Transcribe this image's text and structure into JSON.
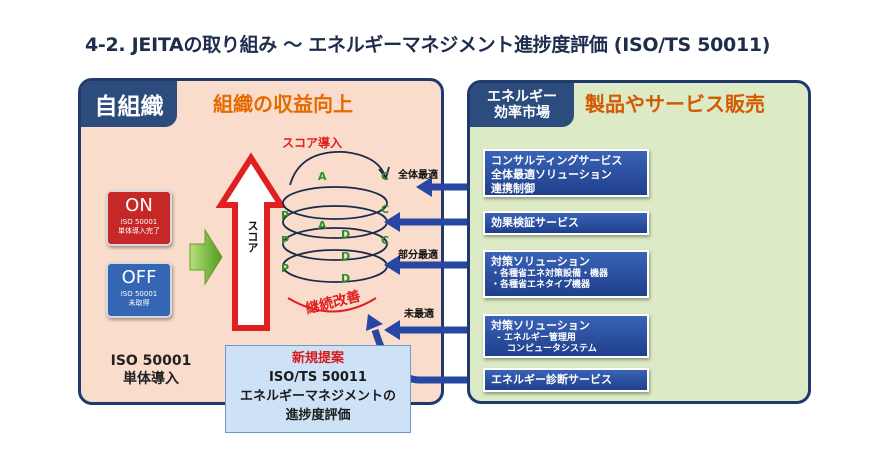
{
  "title": "4-2. JEITAの取り組み ～ エネルギーマネジメント進捗度評価 (ISO/TS 50011)",
  "left": {
    "tag": "自組織",
    "heading": "組織の収益向上",
    "on": {
      "label": "ON",
      "line1": "ISO 50001",
      "line2": "単体導入完了"
    },
    "off": {
      "label": "OFF",
      "line1": "ISO 50001",
      "line2": "未取得"
    },
    "iso_single": [
      "ISO 50001",
      "単体導入"
    ],
    "arrow_text": "スコア",
    "score_label": "スコア導入",
    "improve_label": "継続改善",
    "cycle_letters": [
      "A",
      "C",
      "P",
      "D",
      "A",
      "C",
      "P",
      "D",
      "P",
      "D",
      "C"
    ]
  },
  "proposal": {
    "line1": "新規提案",
    "line2": "ISO/TS 50011",
    "line3": "エネルギーマネジメントの",
    "line4": "進捗度評価"
  },
  "right": {
    "tag": [
      "エネルギー",
      "効率市場"
    ],
    "heading": "製品やサービス販売",
    "levels": {
      "overall": "全体最適",
      "partial": "部分最適",
      "none": "未最適"
    },
    "services": [
      {
        "lines": [
          "コンサルティングサービス",
          "全体最適ソリューション",
          "連携制御"
        ]
      },
      {
        "lines": [
          "効果検証サービス"
        ]
      },
      {
        "lines": [
          "対策ソリューション"
        ],
        "subs": [
          "・各種省エネ対策設備・機器",
          "・各種省エネタイプ機器"
        ]
      },
      {
        "lines": [
          "対策ソリューション"
        ],
        "subs": [
          "- エネルギー管理用",
          "コンピュータシステム"
        ]
      },
      {
        "lines": [
          "エネルギー診断サービス"
        ]
      }
    ]
  },
  "colors": {
    "navy": "#2c4c7e",
    "orange": "#e56a00",
    "red": "#d81b1b",
    "green": "#2e8b2e",
    "blue_arrow": "#2747a3"
  }
}
